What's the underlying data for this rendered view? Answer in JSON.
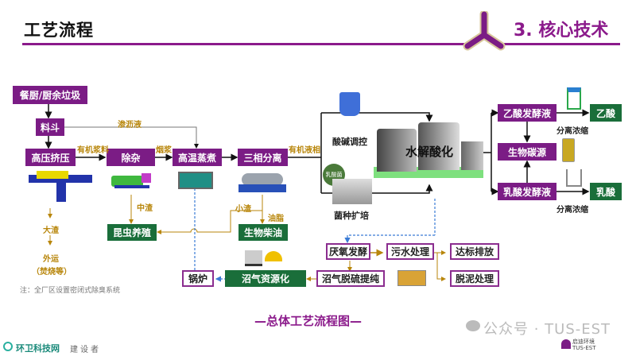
{
  "header": {
    "title": "工艺流程",
    "section": "3. 核心技术",
    "brand_color": "#8b1a8b"
  },
  "nodes": {
    "kitchen_waste": "餐厨/厨余垃圾",
    "hopper": "料斗",
    "high_pressure": "高压挤压",
    "impurity_removal": "除杂",
    "high_temp_cook": "高温蒸煮",
    "three_phase_sep": "三相分离",
    "hydrolysis_acid": "水解酸化",
    "acid_base_ctrl": "酸碱调控",
    "strain_culture": "菌种扩培",
    "strain_badge": "乳酸菌",
    "acetic_ferment": "乙酸发酵液",
    "bio_carbon": "生物碳源",
    "lactic_ferment": "乳酸发酵液",
    "acetic_acid": "乙酸",
    "lactic_acid": "乳酸",
    "sep_conc_1": "分离浓缩",
    "sep_conc_2": "分离浓缩",
    "insect_farming": "昆虫养殖",
    "biodiesel": "生物柴油",
    "anaerobic": "厌氧发酵",
    "wastewater": "污水处理",
    "discharge": "达标排放",
    "sludge": "脱泥处理",
    "biogas_desulf": "沼气脱硫提纯",
    "biogas_util": "沼气资源化",
    "boiler": "锅炉"
  },
  "edge_labels": {
    "leachate": "渗沥液",
    "organic_slurry": "有机浆料",
    "paste": "烟浆",
    "organic_liquid": "有机液相",
    "medium_residue": "中渣",
    "small_residue": "小渣",
    "grease": "油脂",
    "large_residue": "大渣",
    "outbound": "外运",
    "incineration": "（焚烧等）"
  },
  "note": "注：全厂区设置密闭式除臭系统",
  "caption": "—总体工艺流程图—",
  "footer": {
    "watermark": "公众号 · TUS-EST",
    "brand": "环卫科技网",
    "by": "建设者",
    "logo_cn": "启迪环境",
    "logo_en": "TUS-EST"
  }
}
